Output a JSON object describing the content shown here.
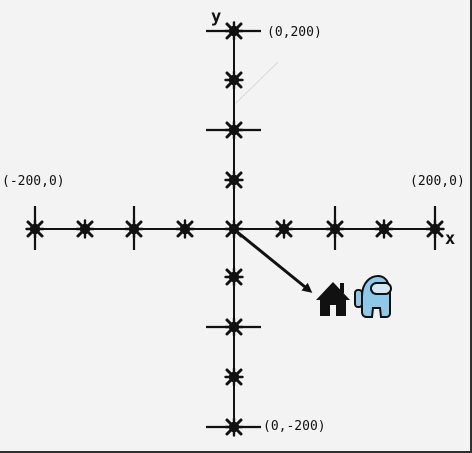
{
  "labels": {
    "top": "(0,200)",
    "bottom": "(0,-200)",
    "left": "(-200,0)",
    "right": "(200,0)",
    "x_axis": "x",
    "y_axis": "y"
  },
  "sprites": {
    "goal_icon": "house-icon",
    "player_icon": "crewmate-icon",
    "player_color": "#8ec9e8"
  }
}
